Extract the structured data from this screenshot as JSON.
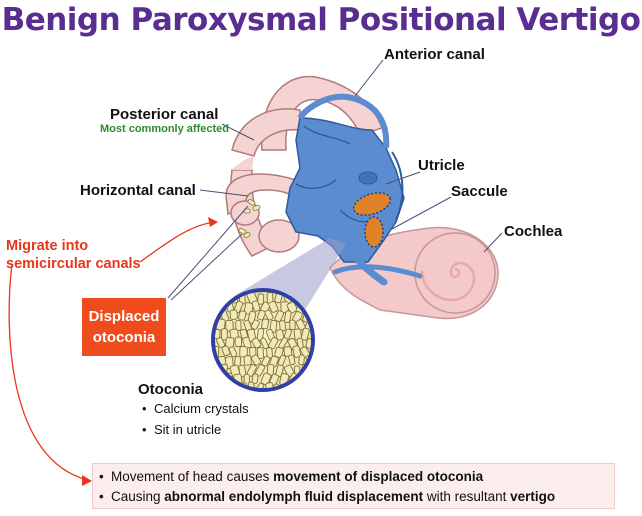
{
  "title": "Benign Paroxysmal Positional Vertigo",
  "labels": {
    "anterior_canal": "Anterior canal",
    "posterior_canal": "Posterior canal",
    "posterior_note": "Most commonly affected",
    "horizontal_canal": "Horizontal canal",
    "utricle": "Utricle",
    "saccule": "Saccule",
    "cochlea": "Cochlea"
  },
  "migrate": {
    "line1": "Migrate into",
    "line2": "semicircular canals"
  },
  "displaced": {
    "line1": "Displaced",
    "line2": "otoconia"
  },
  "otoconia": {
    "title": "Otoconia",
    "bullets": [
      "Calcium crystals",
      "Sit in utricle"
    ]
  },
  "summary": {
    "line1": {
      "a": "Movement of head causes ",
      "b": "movement of displaced otoconia",
      "c": ""
    },
    "line2": {
      "a": "Causing ",
      "b": "abnormal endolymph fluid displacement",
      "c": " with resultant ",
      "d": "vertigo"
    }
  },
  "colors": {
    "title": "#5a2d91",
    "canal_pink": "#f6d3d3",
    "canal_outline": "#b07a7a",
    "vestibule_blue": "#5a8ccf",
    "macula_orange": "#e0822a",
    "alert_red": "#ee4c1c",
    "note_green": "#2e8b2e",
    "crystal_yellow": "#f2eaba",
    "summary_bg": "#fdeeee"
  }
}
